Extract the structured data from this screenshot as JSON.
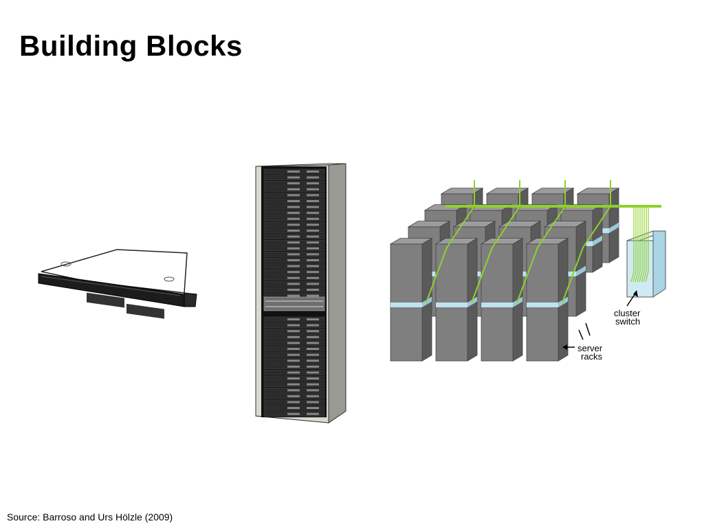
{
  "slide": {
    "title": "Building Blocks",
    "source": "Source: Barroso and Urs Hölzle (2009)"
  },
  "diagram": {
    "cluster_switch_label": [
      "cluster",
      "switch"
    ],
    "server_racks_label": [
      "server",
      "racks"
    ],
    "colors": {
      "rack_gray": "#7f7f7f",
      "rack_dark": "#5a5a5a",
      "rack_band": "#bfe3ef",
      "cable_green": "#8fd12a",
      "switch_fill": "#cfeaf3",
      "server_black": "#1a1a1a"
    }
  }
}
